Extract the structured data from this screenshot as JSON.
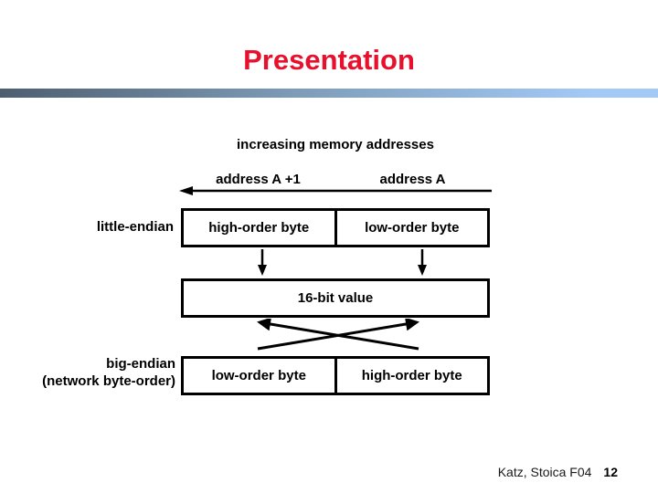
{
  "slide": {
    "title": "Presentation",
    "caption": "increasing memory addresses",
    "address_left": "address A +1",
    "address_right": "address A",
    "little_endian_label": "little-endian",
    "little_endian_cells": [
      "high-order byte",
      "low-order byte"
    ],
    "value_box_label": "16-bit value",
    "big_endian_label_line1": "big-endian",
    "big_endian_label_line2": "(network byte-order)",
    "big_endian_cells": [
      "low-order byte",
      "high-order byte"
    ],
    "footer_credit": "Katz, Stoica F04",
    "page_number": "12"
  },
  "colors": {
    "title_red": "#e8112d",
    "bar_gradient_left": "#4d5e70",
    "bar_gradient_right": "#a3c9f6",
    "diagram_black": "#000000"
  }
}
